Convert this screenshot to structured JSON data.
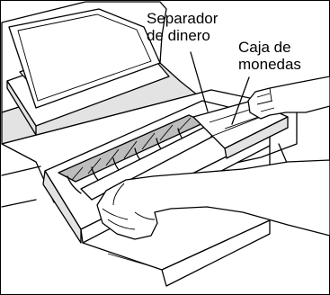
{
  "labels": {
    "money_separator": {
      "line1": "Separador",
      "line2": "de dinero"
    },
    "coin_case": {
      "line1": "Caja de",
      "line2": "monedas"
    }
  }
}
